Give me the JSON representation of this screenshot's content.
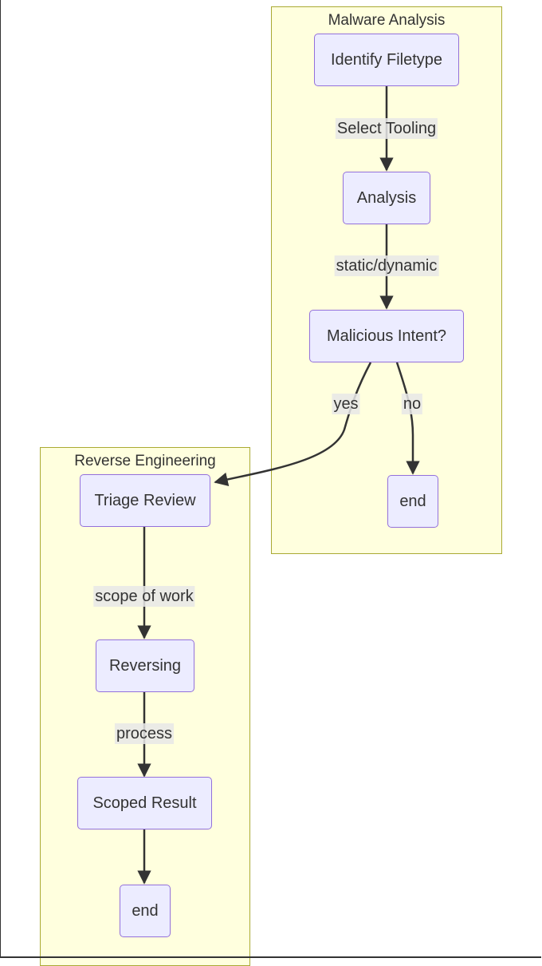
{
  "clusters": {
    "malware": {
      "title": "Malware Analysis"
    },
    "reverse": {
      "title": "Reverse Engineering"
    }
  },
  "nodes": {
    "identify_filetype": "Identify Filetype",
    "analysis": "Analysis",
    "malicious_intent": "Malicious Intent?",
    "end_malware": "end",
    "triage_review": "Triage Review",
    "reversing": "Reversing",
    "scoped_result": "Scoped Result",
    "end_reverse": "end"
  },
  "edges": {
    "select_tooling": "Select Tooling",
    "static_dynamic": "static/dynamic",
    "yes": "yes",
    "no": "no",
    "scope_of_work": "scope of work",
    "process": "process"
  },
  "colors": {
    "cluster_fill": "#ffffde",
    "cluster_border": "#aaaa33",
    "node_fill": "#ececff",
    "node_border": "#9370db",
    "edge": "#333333"
  }
}
